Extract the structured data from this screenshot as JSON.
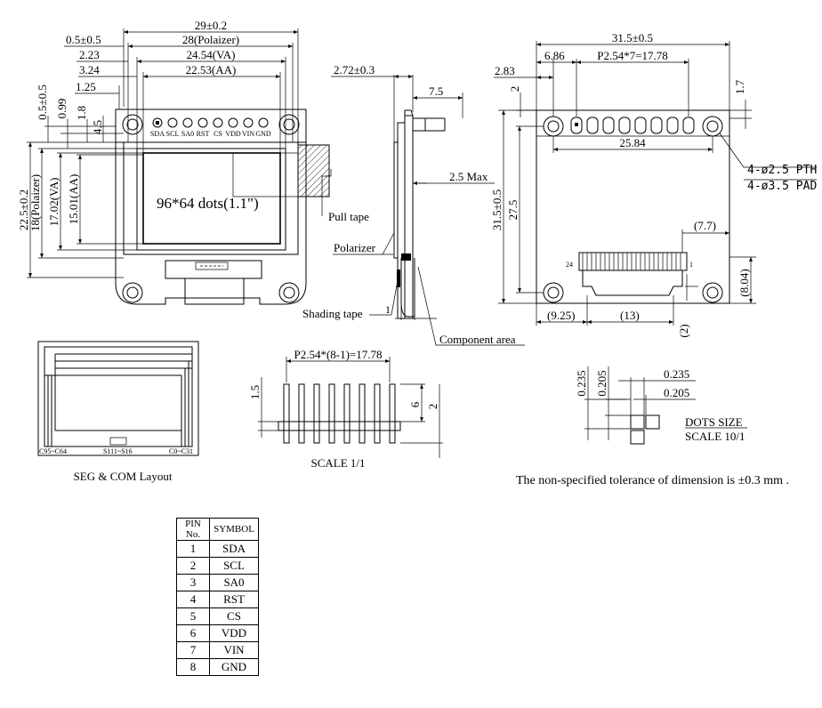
{
  "front_view": {
    "dims": {
      "overall_width": "29±0.2",
      "polarizer_width": "28(Polaizer)",
      "va_width": "24.54(VA)",
      "aa_width": "22.53(AA)",
      "offset_polarizer": "0.5±0.5",
      "offset_va": "2.23",
      "offset_aa": "3.24",
      "offset_hole": "1.25",
      "overall_height": "22.5±0.2",
      "polarizer_height": "18(Polaizer)",
      "va_height": "17.02(VA)",
      "aa_height": "15.01(AA)",
      "top_offset_1": "0.5±0.5",
      "top_offset_2": "0.99",
      "top_offset_3": "1.8",
      "top_offset_4": "4.5"
    },
    "resolution_label": "96*64 dots(1.1\")",
    "pin_labels": [
      "SDA",
      "SCL",
      "SA0",
      "RST",
      "CS",
      "VDD",
      "VIN",
      "GND"
    ]
  },
  "side_view": {
    "dims": {
      "thickness": "2.72±0.3",
      "pin_length": "7.5",
      "max_height": "2.5 Max"
    },
    "labels": {
      "pull_tape": "Pull tape",
      "polarizer": "Polarizer",
      "shading_tape": "Shading tape",
      "shading_num": "1",
      "component_area": "Component area"
    }
  },
  "rear_view": {
    "dims": {
      "overall_width": "31.5±0.5",
      "edge_offset": "2.83",
      "pin_offset": "6.86",
      "pitch": "P2.54*7=17.78",
      "top_margin": "2",
      "right_top": "1.7",
      "pin_span": "25.84",
      "overall_height": "31.5±0.5",
      "hole_span": "27.5",
      "conn_width": "(7.7)",
      "conn_height": "(8.04)",
      "bottom_left": "(9.25)",
      "bottom_mid": "(13)",
      "bottom_gap": "(2)"
    },
    "hole_note_1": "4-ø2.5 PTH",
    "hole_note_2": "4-ø3.5 PAD",
    "fpc_pin_first": "24",
    "fpc_pin_last": "1"
  },
  "seg_com": {
    "caption": "SEG & COM Layout",
    "left_label": "C95~C64",
    "mid_label": "S111~S16",
    "right_label": "C0~C31"
  },
  "header_view": {
    "pitch": "P2.54*(8-1)=17.78",
    "dim_15": "1.5",
    "dim_6": "6",
    "dim_2": "2",
    "scale": "SCALE 1/1"
  },
  "dots_size": {
    "v1": "0.235",
    "v2": "0.205",
    "h1": "0.235",
    "h2": "0.205",
    "title": "DOTS SIZE",
    "scale": "SCALE  10/1"
  },
  "tolerance_note": "The non-specified tolerance of dimension is ±0.3 mm .",
  "pin_table": {
    "headers": [
      "PIN No.",
      "SYMBOL"
    ],
    "rows": [
      {
        "pin": "1",
        "symbol": "SDA"
      },
      {
        "pin": "2",
        "symbol": "SCL"
      },
      {
        "pin": "3",
        "symbol": "SA0"
      },
      {
        "pin": "4",
        "symbol": "RST"
      },
      {
        "pin": "5",
        "symbol": "CS"
      },
      {
        "pin": "6",
        "symbol": "VDD"
      },
      {
        "pin": "7",
        "symbol": "VIN"
      },
      {
        "pin": "8",
        "symbol": "GND"
      }
    ]
  }
}
